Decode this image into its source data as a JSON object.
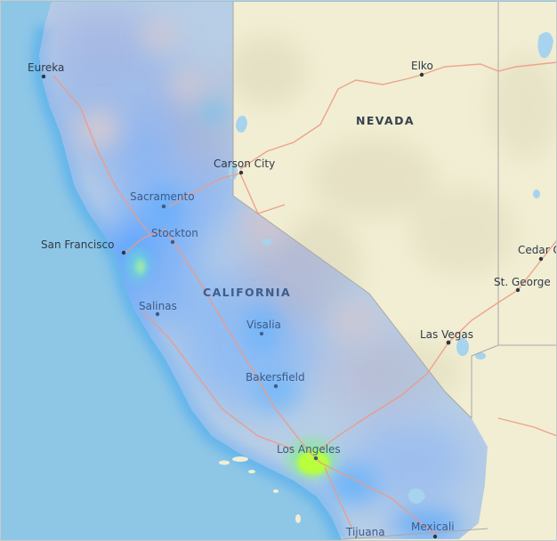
{
  "map": {
    "colors": {
      "ocean": "#8ec6e6",
      "land": "#f1eed3",
      "state_border": "#a8a8a8",
      "highway": "#ee9a86",
      "lake": "#a7d3ee",
      "heat_low": "#7fb2ff",
      "heat_high": "#b9ff3a"
    },
    "states": [
      {
        "name": "NEVADA",
        "color": "#37424d"
      },
      {
        "name": "CALIFORNIA",
        "color": "#3e5d8c"
      }
    ],
    "cities": [
      {
        "name": "Eureka"
      },
      {
        "name": "Elko"
      },
      {
        "name": "Carson City"
      },
      {
        "name": "Sacramento"
      },
      {
        "name": "San Francisco"
      },
      {
        "name": "Stockton"
      },
      {
        "name": "Salinas"
      },
      {
        "name": "Visalia"
      },
      {
        "name": "Bakersfield"
      },
      {
        "name": "Las Vegas"
      },
      {
        "name": "Los Angeles"
      },
      {
        "name": "St. George"
      },
      {
        "name": "Cedar City"
      },
      {
        "name": "Tijuana"
      },
      {
        "name": "Mexicali"
      }
    ]
  }
}
